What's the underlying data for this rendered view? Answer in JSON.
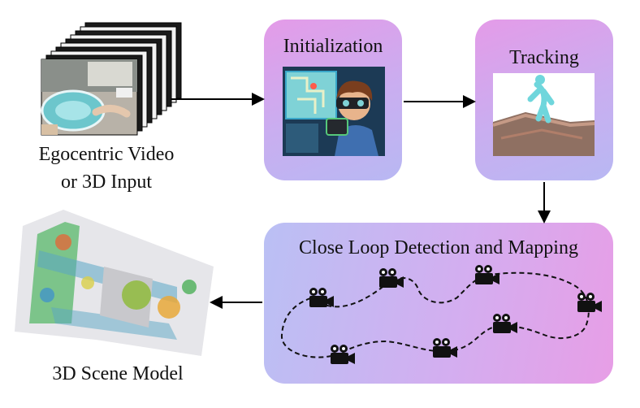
{
  "input": {
    "caption_line1": "Egocentric Video",
    "caption_line2": "or 3D Input"
  },
  "initialization": {
    "title": "Initialization"
  },
  "tracking": {
    "title": "Tracking"
  },
  "mapping": {
    "title": "Close Loop Detection and Mapping"
  },
  "output": {
    "caption": "3D Scene Model"
  },
  "icons": {
    "camera": "video-camera-icon"
  },
  "colors": {
    "box_pink": "#e49be8",
    "box_lavender": "#b8b8f3",
    "arrow": "#000000"
  }
}
